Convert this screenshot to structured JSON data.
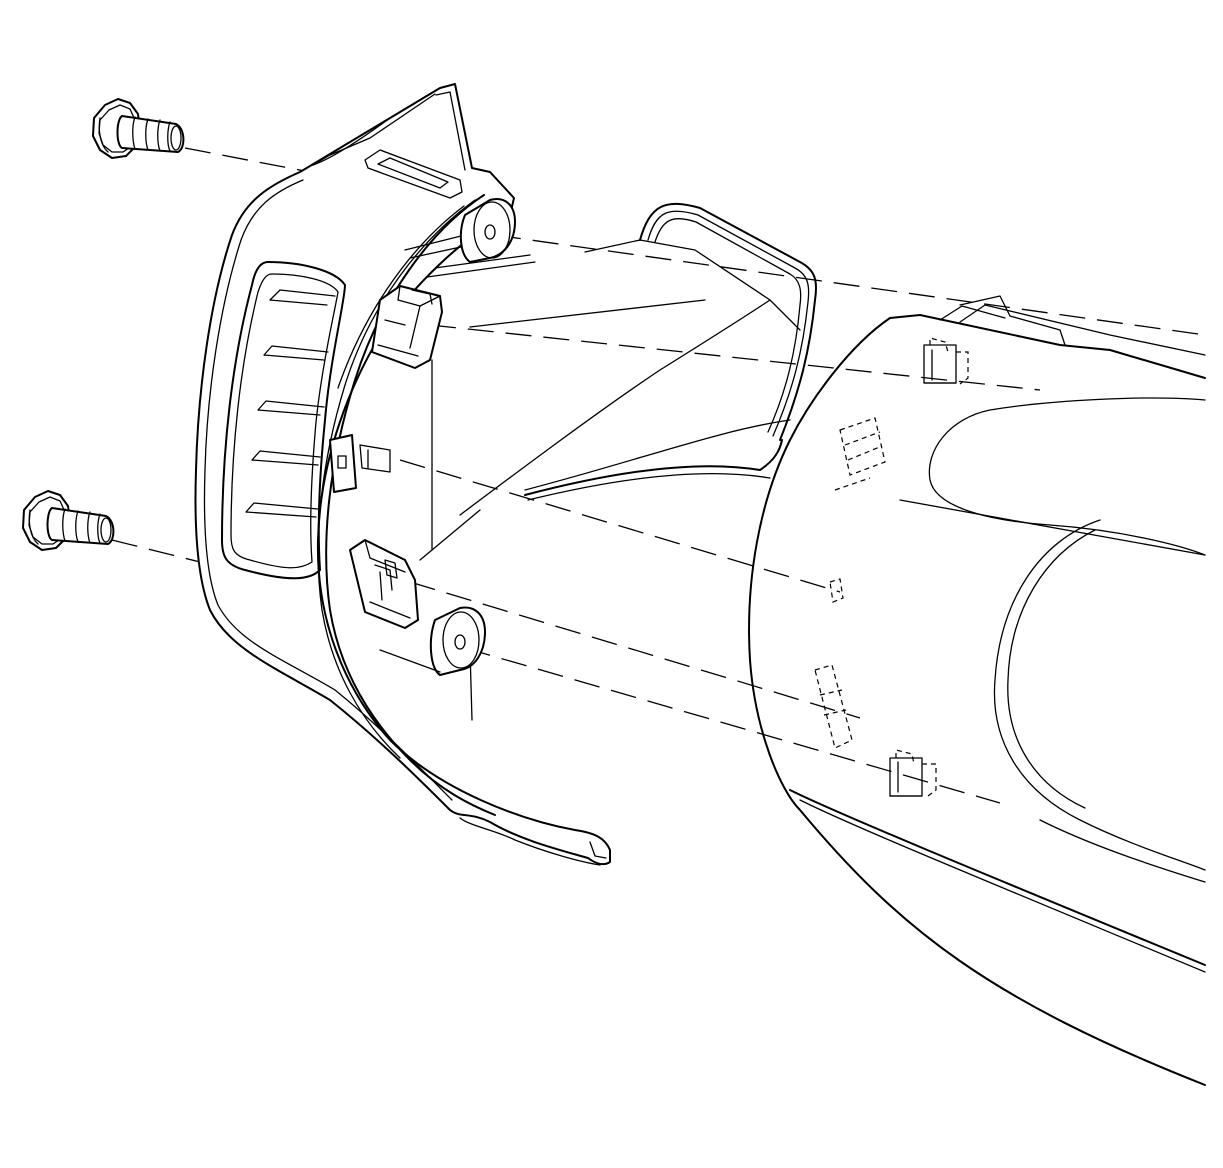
{
  "diagram": {
    "colors": {
      "background": "#ffffff",
      "line": "#000000"
    },
    "parts": [
      {
        "id": "upper-bolt",
        "icon": "bolt-icon"
      },
      {
        "id": "lower-bolt",
        "icon": "bolt-icon"
      },
      {
        "id": "steering-column-cover",
        "icon": "cover-icon"
      },
      {
        "id": "instrument-panel",
        "icon": "panel-icon"
      }
    ]
  }
}
